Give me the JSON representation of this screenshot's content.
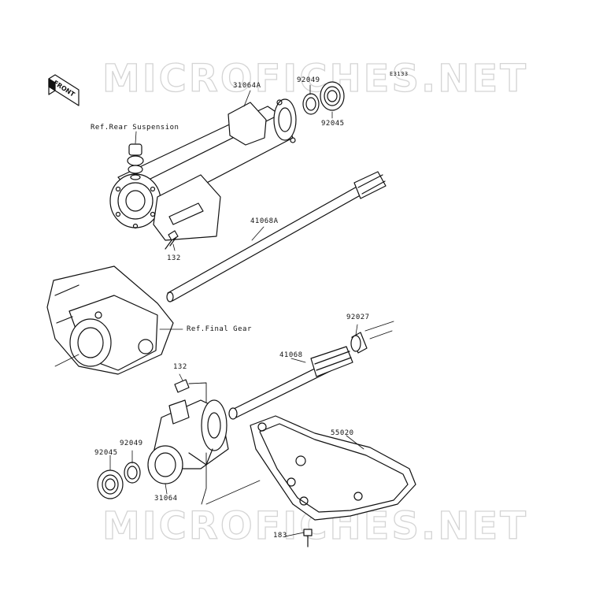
{
  "diagram": {
    "code": "E3133",
    "watermark_top": "MICROFICHES.NET",
    "watermark_bottom": "MICROFICHES.NET",
    "front_label": "FRONT",
    "labels": {
      "p31064a": "31064A",
      "p92049_top": "92049",
      "p92045_top": "92045",
      "ref_rear_suspension": "Ref.Rear Suspension",
      "p41068a": "41068A",
      "p132_top": "132",
      "ref_final_gear": "Ref.Final Gear",
      "p92027": "92027",
      "p41068": "41068",
      "p132_mid": "132",
      "p55020": "55020",
      "p92045_bot": "92045",
      "p92049_bot": "92049",
      "p31064": "31064",
      "p183": "183"
    }
  }
}
